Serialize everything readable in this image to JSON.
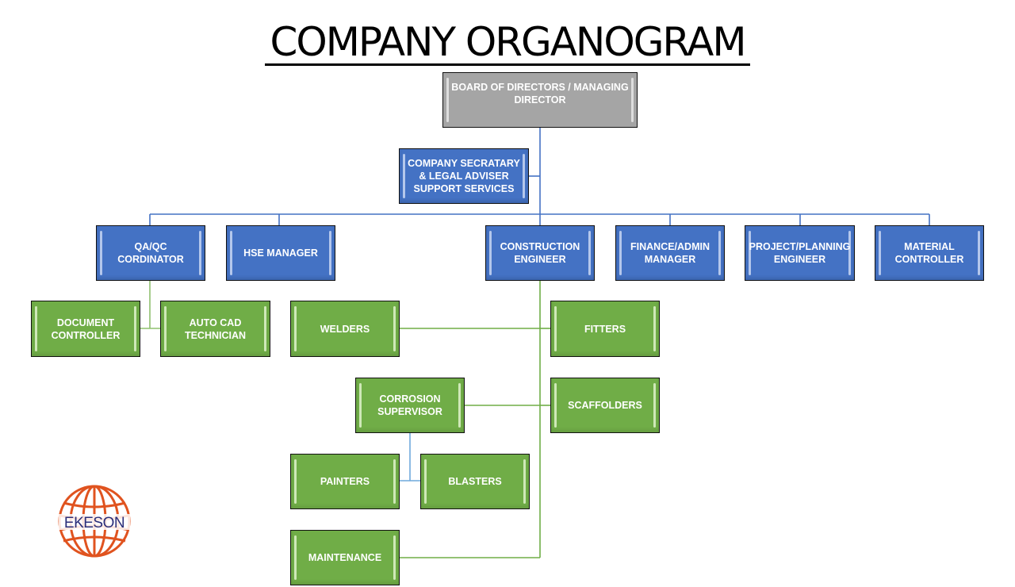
{
  "title": "COMPANY ORGANOGRAM",
  "colors": {
    "executive": "#a5a5a5",
    "management": "#4472c4",
    "staff": "#70ad47",
    "connector_blue": "#4472c4",
    "connector_green": "#70ad47",
    "logo_orange": "#e0531f",
    "logo_navy": "#2b2f7a"
  },
  "nodes": {
    "board": "BOARD OF DIRECTORS / MANAGING DIRECTOR",
    "secretary": "COMPANY SECRATARY & LEGAL ADVISER SUPPORT SERVICES",
    "qaqc": "QA/QC CORDINATOR",
    "hse": "HSE MANAGER",
    "construction": "CONSTRUCTION ENGINEER",
    "finance": "FINANCE/ADMIN MANAGER",
    "planning": "PROJECT/PLANNING ENGINEER",
    "material": "MATERIAL CONTROLLER",
    "document": "DOCUMENT CONTROLLER",
    "autocad": "AUTO CAD TECHNICIAN",
    "welders": "WELDERS",
    "fitters": "FITTERS",
    "corrosion": "CORROSION SUPERVISOR",
    "scaffolders": "SCAFFOLDERS",
    "painters": "PAINTERS",
    "blasters": "BLASTERS",
    "maintenance": "MAINTENANCE"
  },
  "hierarchy": [
    {
      "node": "board",
      "reports": [
        "secretary",
        "qaqc",
        "hse",
        "construction",
        "finance",
        "planning",
        "material"
      ]
    },
    {
      "node": "qaqc",
      "reports": [
        "document",
        "autocad"
      ]
    },
    {
      "node": "construction",
      "reports": [
        "welders",
        "fitters",
        "corrosion",
        "scaffolders",
        "maintenance"
      ]
    },
    {
      "node": "corrosion",
      "reports": [
        "painters",
        "blasters"
      ]
    }
  ],
  "logo": {
    "text": "EKESON",
    "icon": "globe-icon"
  }
}
